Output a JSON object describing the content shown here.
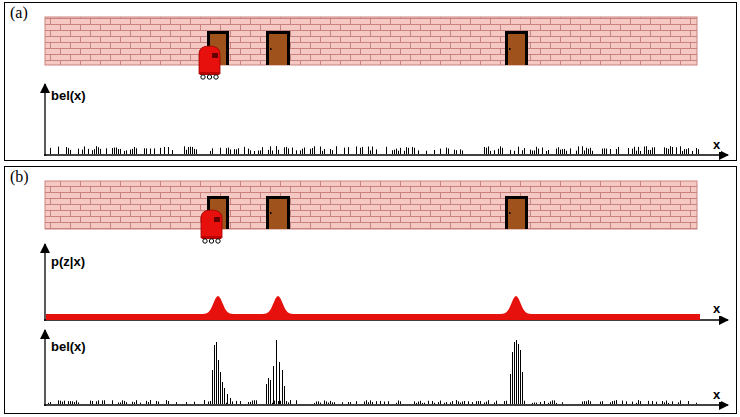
{
  "diagram": {
    "labels": [
      "(a)",
      "bel(x)",
      "x",
      "(b)",
      "p(z|x)",
      "x",
      "bel(x)",
      "x"
    ]
  }
}
